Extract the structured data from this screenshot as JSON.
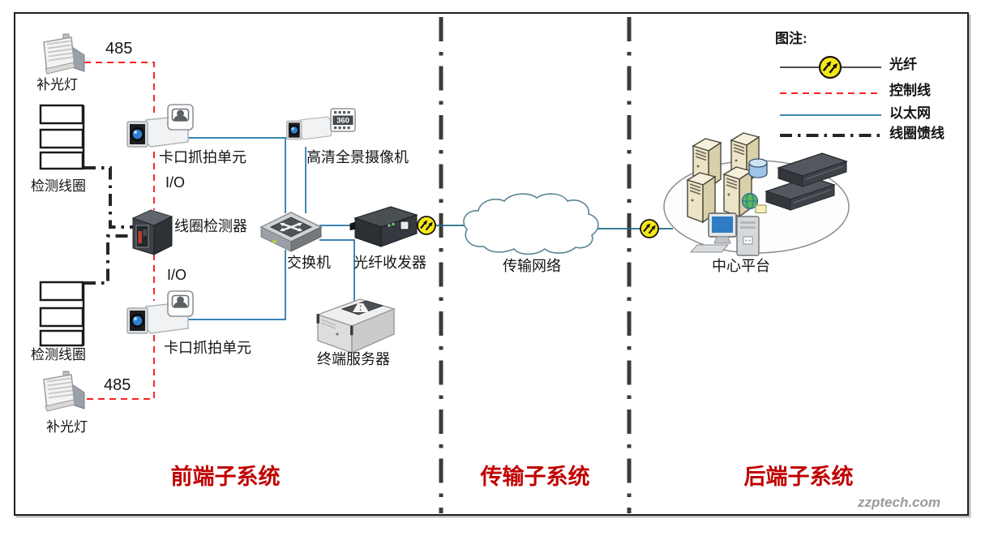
{
  "sections": {
    "frontend": "前端子系统",
    "transmission": "传输子系统",
    "backend": "后端子系统"
  },
  "legend": {
    "title": "图注:",
    "items": [
      {
        "label": "光纤",
        "type": "fiber"
      },
      {
        "label": "控制线",
        "type": "control"
      },
      {
        "label": "以太网",
        "type": "ethernet"
      },
      {
        "label": "线圈馈线",
        "type": "loop-feeder"
      }
    ]
  },
  "devices": {
    "fill_light_top": {
      "label": "补光灯"
    },
    "fill_light_bottom": {
      "label": "补光灯"
    },
    "loop_top": {
      "label": "检测线圈"
    },
    "loop_bottom": {
      "label": "检测线圈"
    },
    "capture_top": {
      "label": "卡口抓拍单元"
    },
    "capture_bottom": {
      "label": "卡口抓拍单元"
    },
    "loop_detector": {
      "label": "线圈检测器"
    },
    "pano_camera": {
      "label": "高清全景摄像机",
      "badge": "360"
    },
    "switch": {
      "label": "交换机"
    },
    "fiber_transceiver": {
      "label": "光纤收发器"
    },
    "terminal_server": {
      "label": "终端服务器"
    },
    "cloud": {
      "label": "传输网络"
    },
    "platform": {
      "label": "中心平台"
    }
  },
  "annotations": {
    "rs485_top": "485",
    "rs485_bottom": "485",
    "io_top": "I/O",
    "io_bottom": "I/O"
  },
  "watermark": "zzptech.com",
  "colors": {
    "ethernet": "#2273a8",
    "fiber_trunk": "#1d6a85",
    "control": "#fe0000",
    "feeder": "#262626",
    "section_label": "#c00000",
    "fiber_icon_fill": "#f4e81c"
  }
}
